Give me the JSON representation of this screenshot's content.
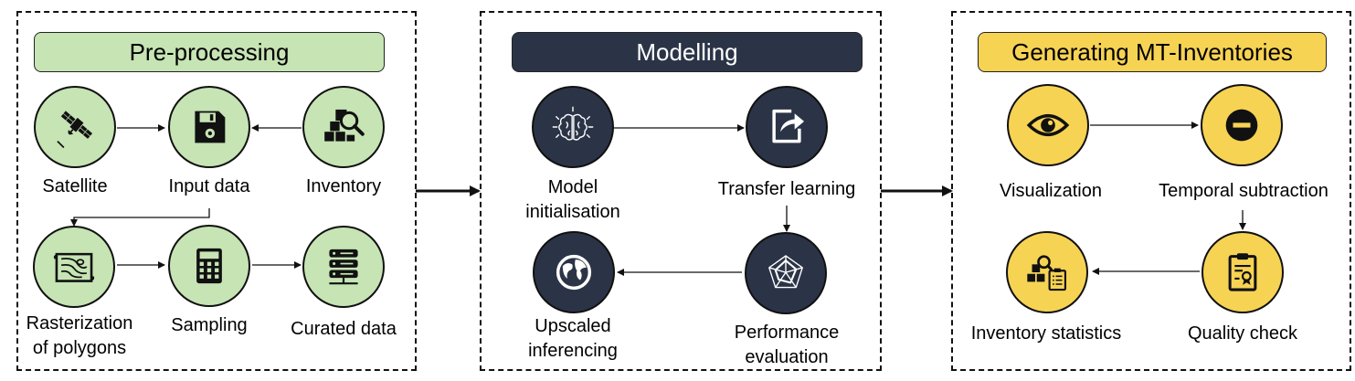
{
  "panels": {
    "preprocessing": {
      "title": "Pre-processing",
      "color": "#c6e4b4",
      "nodes": {
        "satellite": {
          "label": "Satellite",
          "icon": "satellite-icon"
        },
        "input_data": {
          "label": "Input data",
          "icon": "floppy-disk-icon"
        },
        "inventory": {
          "label": "Inventory",
          "icon": "inventory-search-icon"
        },
        "rasterization": {
          "label_line1": "Rasterization",
          "label_line2": "of polygons",
          "icon": "map-icon"
        },
        "sampling": {
          "label": "Sampling",
          "icon": "calculator-icon"
        },
        "curated": {
          "label": "Curated data",
          "icon": "server-icon"
        }
      }
    },
    "modelling": {
      "title": "Modelling",
      "color": "#2b3447",
      "nodes": {
        "model_init": {
          "label_line1": "Model",
          "label_line2": "initialisation",
          "icon": "brain-icon"
        },
        "transfer": {
          "label": "Transfer learning",
          "icon": "share-icon"
        },
        "performance": {
          "label_line1": "Performance",
          "label_line2": "evaluation",
          "icon": "radar-chart-icon"
        },
        "upscaled": {
          "label_line1": "Upscaled",
          "label_line2": "inferencing",
          "icon": "globe-icon"
        }
      }
    },
    "generating": {
      "title": "Generating MT-Inventories",
      "color": "#f7d354",
      "nodes": {
        "visualization": {
          "label": "Visualization",
          "icon": "eye-icon"
        },
        "temporal": {
          "label": "Temporal subtraction",
          "icon": "minus-circle-icon"
        },
        "quality": {
          "label": "Quality check",
          "icon": "certificate-clipboard-icon"
        },
        "statistics": {
          "label": "Inventory statistics",
          "icon": "inventory-checklist-icon"
        }
      }
    }
  }
}
